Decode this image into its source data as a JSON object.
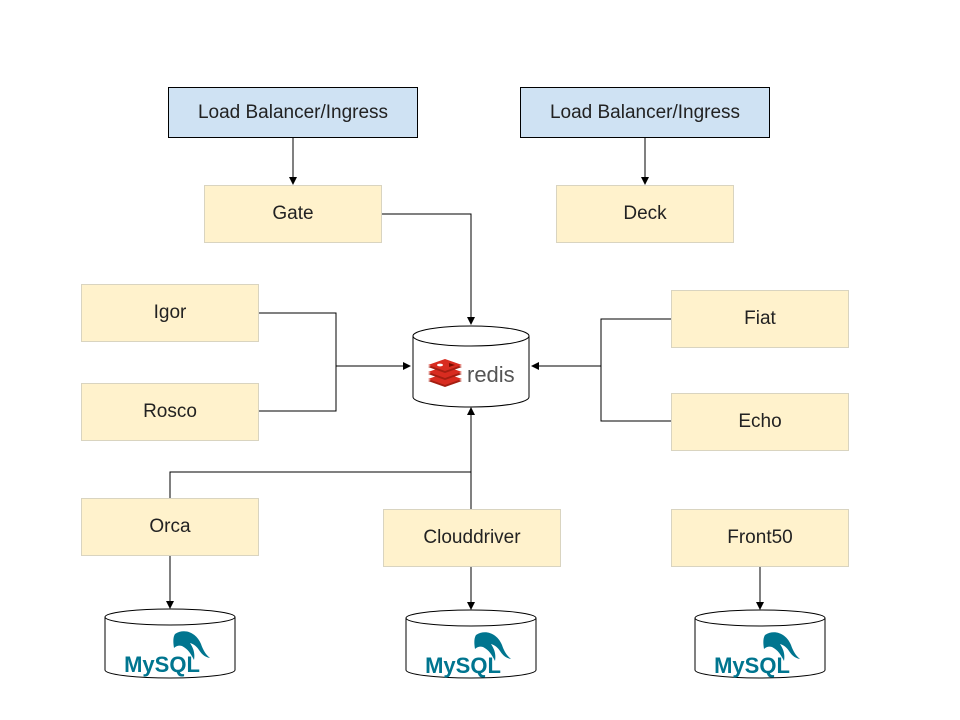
{
  "load_balancers": [
    "Load Balancer/Ingress",
    "Load Balancer/Ingress"
  ],
  "services": {
    "gate": "Gate",
    "deck": "Deck",
    "igor": "Igor",
    "rosco": "Rosco",
    "fiat": "Fiat",
    "echo": "Echo",
    "orca": "Orca",
    "clouddriver": "Clouddriver",
    "front50": "Front50"
  },
  "datastores": {
    "redis": "redis",
    "mysql": [
      "MySQL",
      "MySQL",
      "MySQL"
    ]
  },
  "colors": {
    "load_balancer_fill": "#cfe2f3",
    "service_fill": "#fff2cc",
    "redis_red": "#d82c20",
    "mysql_blue": "#00758f",
    "mysql_orange": "#f29111"
  }
}
